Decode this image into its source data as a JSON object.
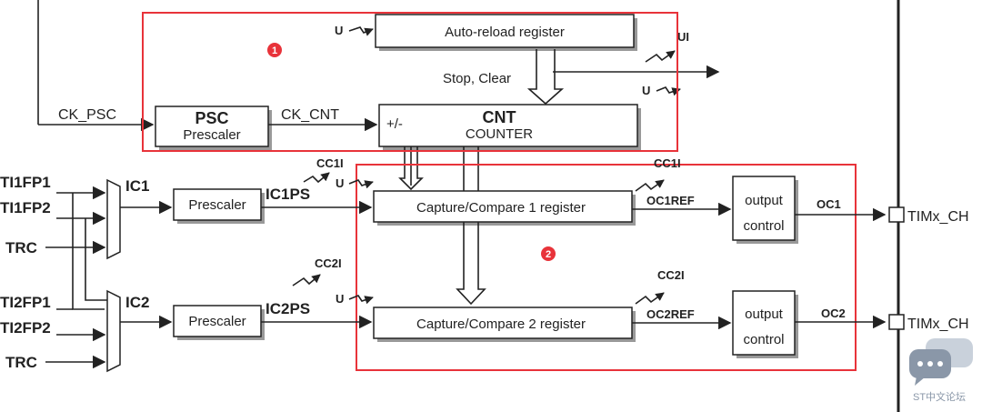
{
  "regions": [
    {
      "badge": "1"
    },
    {
      "badge": "2"
    }
  ],
  "blocks": {
    "arr": "Auto-reload register",
    "psc_title": "PSC",
    "psc_sub": "Prescaler",
    "cnt_title": "CNT",
    "cnt_sub": "COUNTER",
    "cnt_pm": "+/-",
    "prescaler1": "Prescaler",
    "prescaler2": "Prescaler",
    "ccr1": "Capture/Compare 1 register",
    "ccr2": "Capture/Compare 2 register",
    "out1_a": "output",
    "out1_b": "control",
    "out2_a": "output",
    "out2_b": "control"
  },
  "signals": {
    "ck_psc": "CK_PSC",
    "ck_cnt": "CK_CNT",
    "stop_clear": "Stop, Clear",
    "u_arr": "U",
    "ui": "UI",
    "u_out": "U",
    "ti1fp1": "TI1FP1",
    "ti1fp2": "TI1FP2",
    "trc1": "TRC",
    "ic1": "IC1",
    "ic1ps": "IC1PS",
    "cc1i_top": "CC1I",
    "u_cc1": "U",
    "cc1i_right": "CC1I",
    "oc1ref": "OC1REF",
    "oc1": "OC1",
    "timx_ch1": "TIMx_CH",
    "ti2fp1": "TI2FP1",
    "ti2fp2": "TI2FP2",
    "trc2": "TRC",
    "ic2": "IC2",
    "ic2ps": "IC2PS",
    "cc2i_top": "CC2I",
    "u_cc2": "U",
    "cc2i_right": "CC2I",
    "oc2ref": "OC2REF",
    "oc2": "OC2",
    "timx_ch2": "TIMx_CH"
  },
  "watermark": {
    "text": "ST中文论坛"
  },
  "colors": {
    "highlight": "#e8333a",
    "line": "#222222"
  }
}
